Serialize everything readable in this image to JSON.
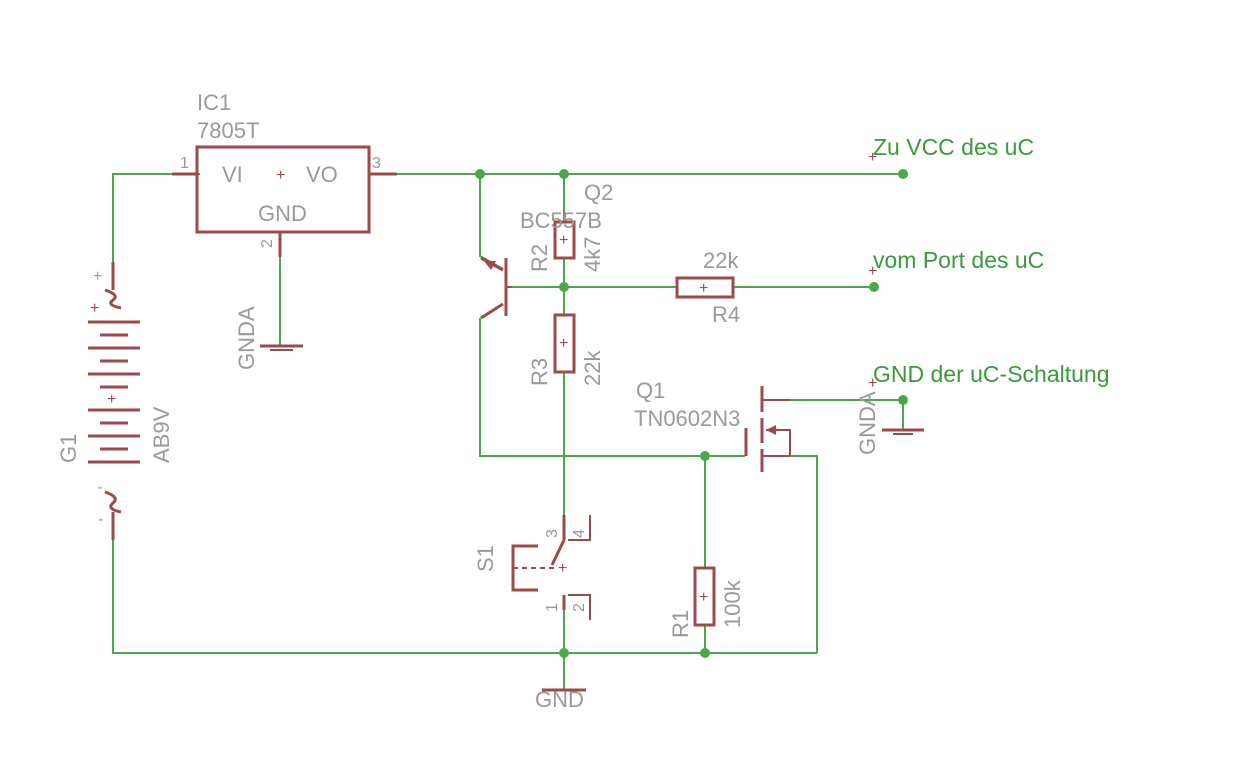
{
  "ic1": {
    "name": "IC1",
    "value": "7805T",
    "vi": "VI",
    "vo": "VO",
    "gnd": "GND",
    "pin1": "1",
    "pin2": "2",
    "pin3": "3"
  },
  "g1": {
    "name": "G1",
    "value": "AB9V",
    "plus": "+",
    "minus": "-"
  },
  "q2": {
    "name": "Q2",
    "value": "BC557B"
  },
  "r2": {
    "name": "R2",
    "value": "4k7"
  },
  "r3": {
    "name": "R3",
    "value": "22k"
  },
  "r4": {
    "name": "R4",
    "value": "22k"
  },
  "r1": {
    "name": "R1",
    "value": "100k"
  },
  "q1": {
    "name": "Q1",
    "value": "TN0602N3"
  },
  "s1": {
    "name": "S1",
    "pin1": "1",
    "pin2": "2",
    "pin3": "3",
    "pin4": "4"
  },
  "gnda_left": "GNDA",
  "gnda_right": "GNDA",
  "gnd_bottom": "GND",
  "nets": {
    "vcc": "Zu VCC des uC",
    "port": "vom Port des uC",
    "gnd": "GND der uC-Schaltung"
  },
  "colors": {
    "wire": "#4aa84a",
    "component": "#9c4a4a",
    "label": "#999999",
    "net_label": "#3a9a3a"
  }
}
